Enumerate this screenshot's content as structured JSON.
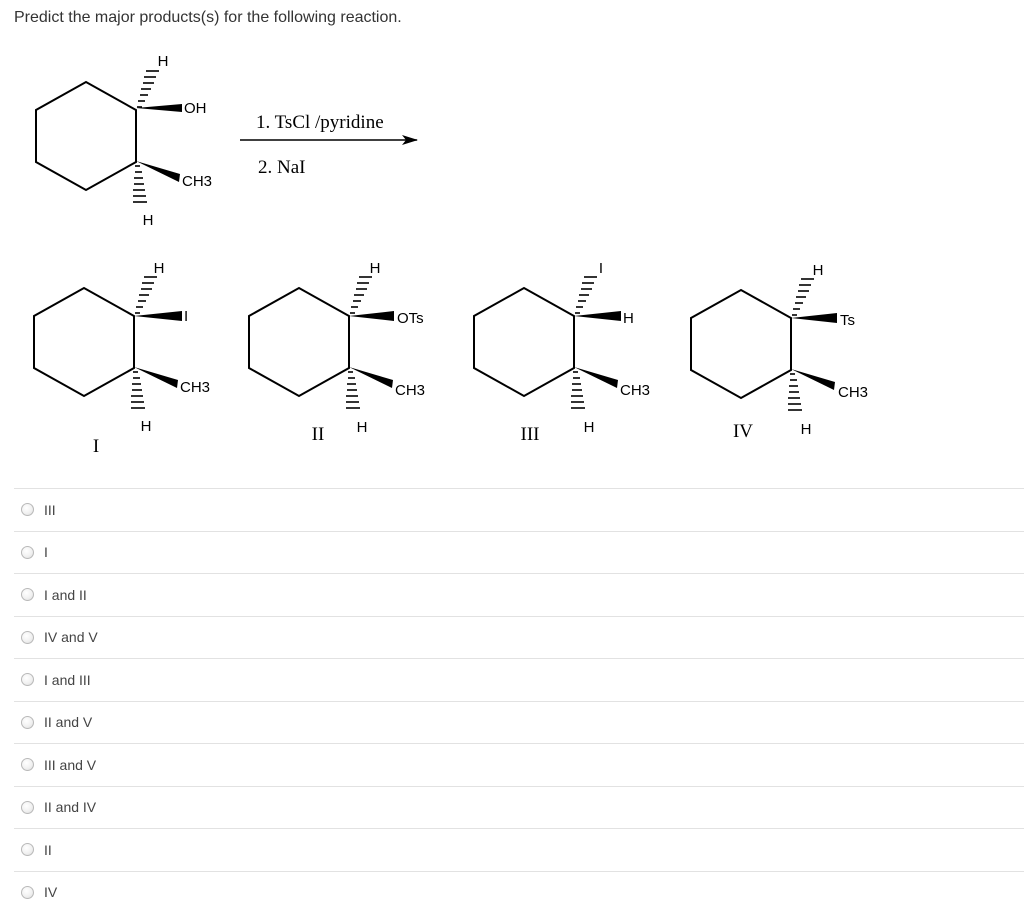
{
  "question": {
    "prompt": "Predict the major products(s) for the following reaction."
  },
  "reaction": {
    "reactant": {
      "top_h": "H",
      "group1": "OH",
      "group2": "CH3",
      "bottom_h": "H"
    },
    "conditions": {
      "step1": "1. TsCl /pyridine",
      "step2": "2. NaI"
    },
    "products": [
      {
        "numeral": "I",
        "top_h": "H",
        "group1": "I",
        "group2": "CH3",
        "bottom_h": "H"
      },
      {
        "numeral": "II",
        "top_h": "H",
        "group1": "OTs",
        "group2": "CH3",
        "bottom_h": "H"
      },
      {
        "numeral": "III",
        "top_h": "I",
        "group1": "H",
        "group2": "CH3",
        "bottom_h": "H"
      },
      {
        "numeral": "IV",
        "top_h": "H",
        "group1": "Ts",
        "group2": "CH3",
        "bottom_h": "H"
      }
    ]
  },
  "options": [
    {
      "label": "III"
    },
    {
      "label": "I"
    },
    {
      "label": "I and II"
    },
    {
      "label": "IV and V"
    },
    {
      "label": "I and III"
    },
    {
      "label": "II and V"
    },
    {
      "label": "III and V"
    },
    {
      "label": "II and IV"
    },
    {
      "label": "II"
    },
    {
      "label": "IV"
    }
  ]
}
